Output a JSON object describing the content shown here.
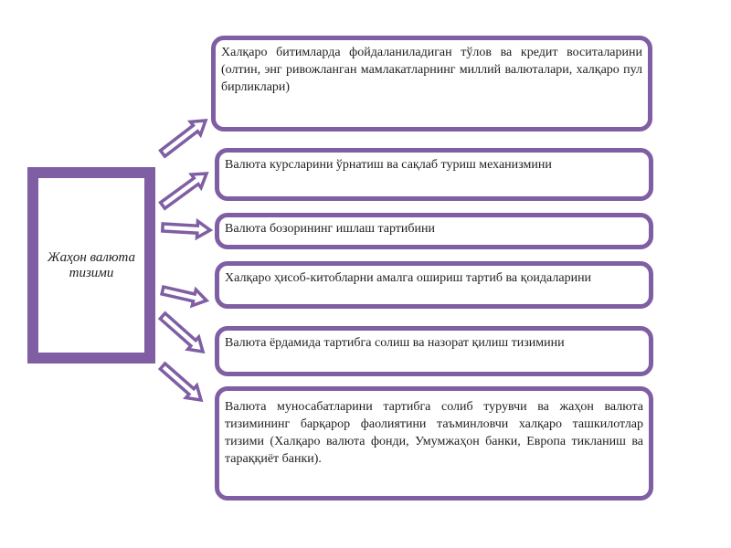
{
  "root": {
    "label": "Жаҳон валюта тизими"
  },
  "items": [
    {
      "text": "Халқаро битимларда фойдаланиладиган тўлов ва кредит воситаларини (олтин, энг ривожланган мамлакатларнинг миллий валюталари, халқаро пул бирликлари)"
    },
    {
      "text": "Валюта курсларини ўрнатиш ва сақлаб туриш механизмини"
    },
    {
      "text": "Валюта бозорининг ишлаш тартибини"
    },
    {
      "text": "Халқаро ҳисоб-китобларни амалга ошириш тартиб ва қоидаларини"
    },
    {
      "text": "Валюта ёрдамида тартибга солиш ва назорат қилиш тизимини"
    },
    {
      "text": "Валюта муносабатларини тартибга солиб турувчи ва жаҳон валюта тизимининг барқарор фаолиятини таъминловчи халқаро ташкилотлар тизими (Халқаро валюта фонди, Умумжаҳон банки, Европа тикланиш ва тараққиёт банки)."
    }
  ],
  "colors": {
    "accent": "#7f5ea3",
    "arrow_fill": "#ffffff",
    "text": "#1e1e1e"
  }
}
